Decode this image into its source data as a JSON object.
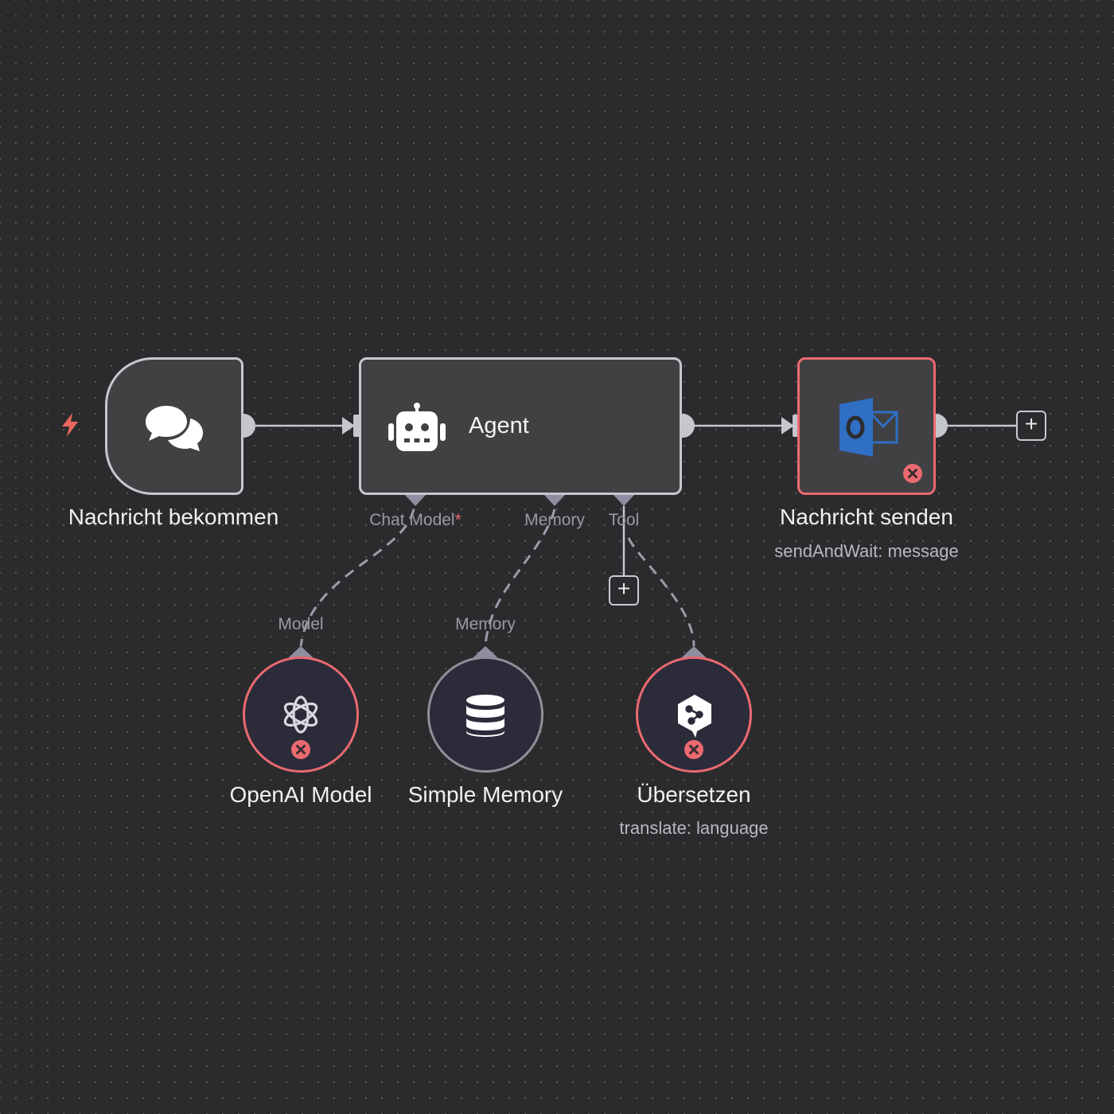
{
  "nodes": {
    "trigger": {
      "label": "Nachricht bekommen",
      "icon": "chat-bubbles-icon"
    },
    "agent": {
      "label": "Agent",
      "icon": "robot-icon",
      "ports": {
        "chat_model": "Chat Model",
        "chat_model_required": "*",
        "memory": "Memory",
        "tool": "Tool"
      }
    },
    "send": {
      "label": "Nachricht senden",
      "sublabel": "sendAndWait: message",
      "icon": "outlook-icon",
      "status": "error"
    },
    "openai": {
      "label": "OpenAI Model",
      "port": "Model",
      "icon": "openai-icon",
      "status": "error"
    },
    "memory": {
      "label": "Simple Memory",
      "port": "Memory",
      "icon": "database-icon"
    },
    "translate": {
      "label": "Übersetzen",
      "sublabel": "translate: language",
      "icon": "deepl-icon",
      "status": "error"
    }
  },
  "buttons": {
    "add_symbol": "+"
  },
  "colors": {
    "canvas": "#2b2b2d",
    "node": "#414143",
    "border": "#c7c7cf",
    "error": "#ea6a70",
    "trigger_bolt": "#e8685f",
    "outlook": "#2f6fc4"
  }
}
